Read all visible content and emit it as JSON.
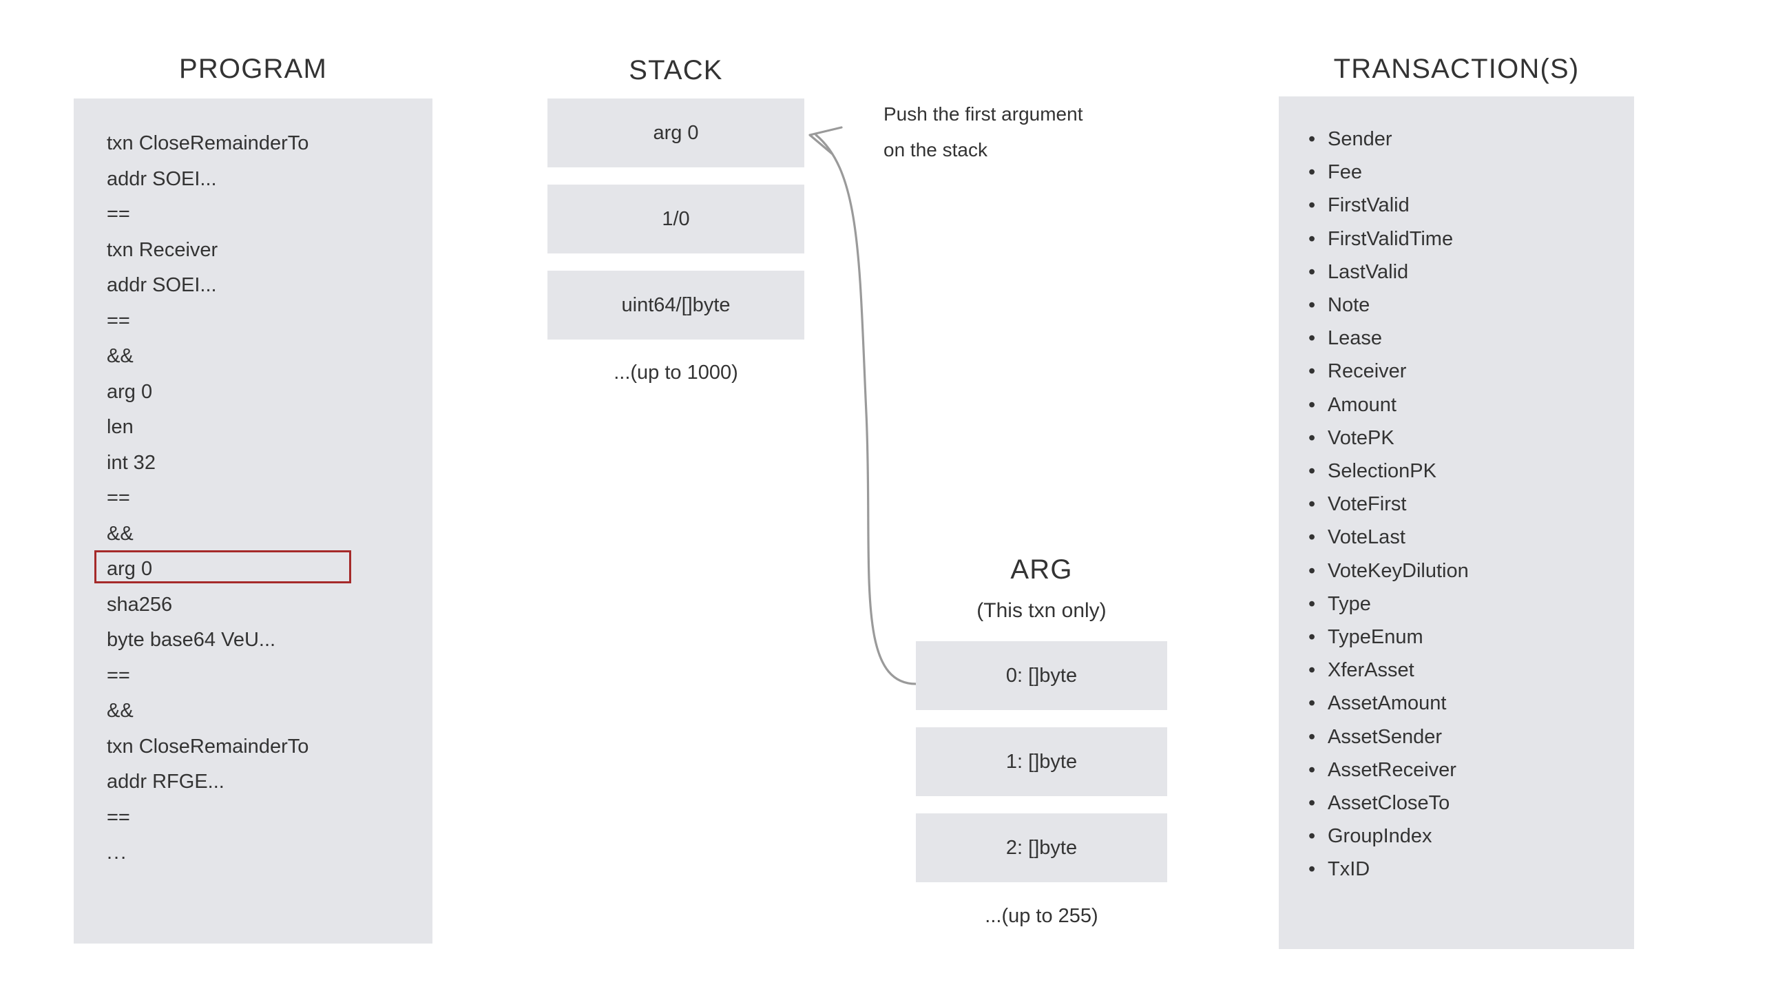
{
  "program": {
    "title": "PROGRAM",
    "lines": [
      {
        "text": "txn CloseRemainderTo",
        "highlighted": false
      },
      {
        "text": "addr SOEI...",
        "highlighted": false
      },
      {
        "text": "==",
        "highlighted": false
      },
      {
        "text": "txn Receiver",
        "highlighted": false
      },
      {
        "text": "addr SOEI...",
        "highlighted": false
      },
      {
        "text": "==",
        "highlighted": false
      },
      {
        "text": "&&",
        "highlighted": false
      },
      {
        "text": "arg 0",
        "highlighted": false
      },
      {
        "text": "len",
        "highlighted": false
      },
      {
        "text": "int 32",
        "highlighted": false
      },
      {
        "text": "==",
        "highlighted": false
      },
      {
        "text": "&&",
        "highlighted": false
      },
      {
        "text": "arg 0",
        "highlighted": true
      },
      {
        "text": "sha256",
        "highlighted": false
      },
      {
        "text": "byte base64 VeU...",
        "highlighted": false
      },
      {
        "text": "==",
        "highlighted": false
      },
      {
        "text": "&&",
        "highlighted": false
      },
      {
        "text": "txn CloseRemainderTo",
        "highlighted": false
      },
      {
        "text": "addr RFGE...",
        "highlighted": false
      },
      {
        "text": "==",
        "highlighted": false
      },
      {
        "text": "...",
        "highlighted": false
      }
    ],
    "highlight_color": "#a52a2a"
  },
  "stack": {
    "title": "STACK",
    "cells": [
      {
        "label": "arg 0"
      },
      {
        "label": "1/0"
      },
      {
        "label": "uint64/[]byte"
      }
    ],
    "more_label": "...(up to 1000)"
  },
  "arg": {
    "title": "ARG",
    "subtitle": "(This txn only)",
    "cells": [
      {
        "label": "0: []byte"
      },
      {
        "label": "1: []byte"
      },
      {
        "label": "2: []byte"
      }
    ],
    "more_label": "...(up to 255)"
  },
  "annotation": {
    "line1": "Push the first argument",
    "line2": "on the stack"
  },
  "transactions": {
    "title": "TRANSACTION(S)",
    "items": [
      "Sender",
      "Fee",
      "FirstValid",
      "FirstValidTime",
      "LastValid",
      "Note",
      "Lease",
      "Receiver",
      "Amount",
      "VotePK",
      "SelectionPK",
      "VoteFirst",
      "VoteLast",
      "VoteKeyDilution",
      "Type",
      "TypeEnum",
      "XferAsset",
      "AssetAmount",
      "AssetSender",
      "AssetReceiver",
      "AssetCloseTo",
      "GroupIndex",
      "TxID"
    ],
    "bullet_glyph": "•"
  },
  "colors": {
    "panel_background": "#e4e5e9",
    "cell_background": "#e4e5e9",
    "text": "#333333",
    "page_background": "#ffffff",
    "highlight_border": "#a52a2a",
    "arrow_stroke": "#9a9a9a"
  }
}
